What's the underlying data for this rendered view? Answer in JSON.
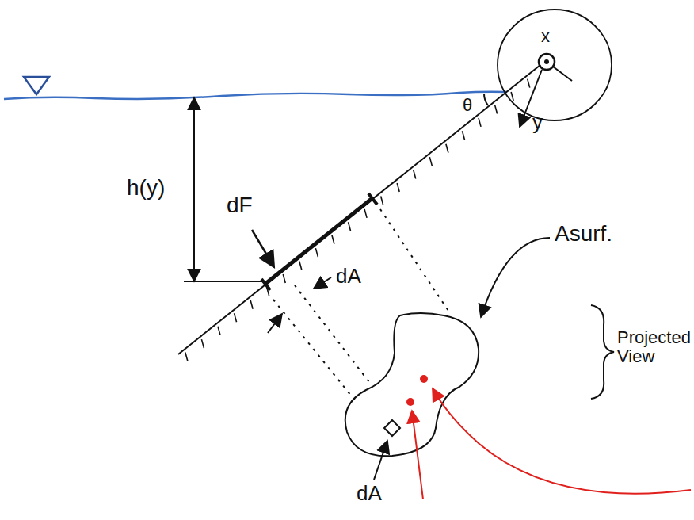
{
  "diagram": {
    "labels": [
      "h(y)",
      "dF",
      "dA",
      "Asurf.",
      "Projected View",
      "dA",
      "x",
      "y",
      "θ"
    ]
  }
}
